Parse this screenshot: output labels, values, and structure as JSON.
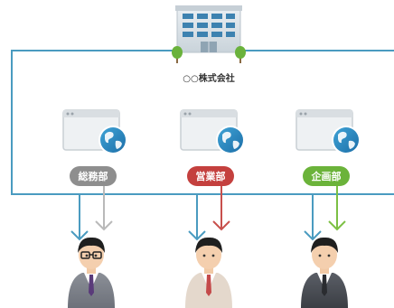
{
  "company": {
    "name": "○○株式会社",
    "icon": "office-building-icon"
  },
  "departments": [
    {
      "id": "soumu",
      "label": "総務部",
      "color": "#8e8e8e",
      "arrow_color": "#b9b9b9",
      "browser_icon": "browser-globe-icon",
      "person_icon": "person-glasses-icon"
    },
    {
      "id": "eigyo",
      "label": "営業部",
      "color": "#c4403e",
      "arrow_color": "#c8504c",
      "browser_icon": "browser-globe-icon",
      "person_icon": "person-tie-icon"
    },
    {
      "id": "kikaku",
      "label": "企画部",
      "color": "#6bb33a",
      "arrow_color": "#7cc044",
      "browser_icon": "browser-globe-icon",
      "person_icon": "person-suit-icon"
    }
  ],
  "colors": {
    "network_line": "#4a9bc0",
    "blue_arrow": "#4a9bc0"
  }
}
